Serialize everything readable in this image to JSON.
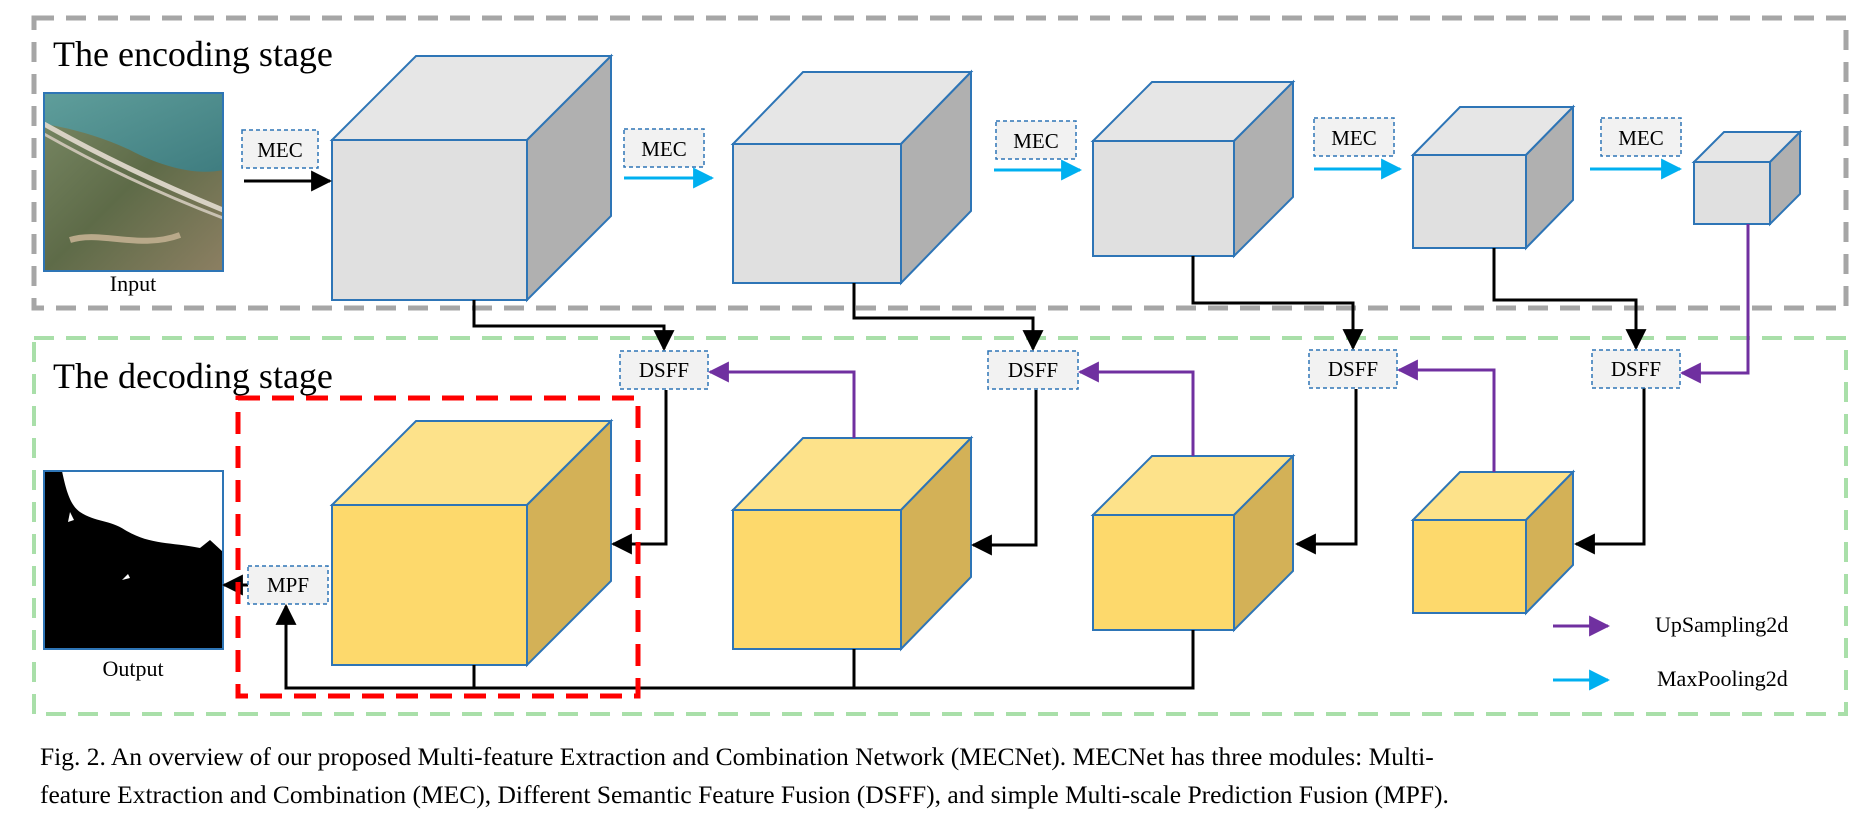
{
  "stages": {
    "encoding": "The encoding stage",
    "decoding": "The decoding stage"
  },
  "images": {
    "input_label": "Input",
    "output_label": "Output"
  },
  "modules": {
    "mec": "MEC",
    "dsff": "DSFF",
    "mpf": "MPF"
  },
  "legend": {
    "upsampling": "UpSampling2d",
    "maxpooling": "MaxPooling2d"
  },
  "colors": {
    "encoder_front": "#e0e0e0",
    "encoder_top": "#e6e6e6",
    "encoder_side": "#b0b0b0",
    "decoder_front": "#fdd96c",
    "decoder_top": "#fde28a",
    "decoder_side": "#d3b157",
    "cube_edge": "#2e75b6",
    "upsampling_arrow": "#7030a0",
    "maxpooling_arrow": "#00b0f0",
    "encoding_border": "#a6a6a6",
    "decoding_border": "#a9dfa9",
    "highlight_border": "#ff0000"
  },
  "caption": {
    "line1": "Fig. 2. An overview of our proposed Multi-feature Extraction and Combination Network (MECNet). MECNet has three modules: Multi-",
    "line2": "feature Extraction and Combination (MEC), Different Semantic Feature Fusion (DSFF), and simple Multi-scale Prediction Fusion (MPF)."
  }
}
